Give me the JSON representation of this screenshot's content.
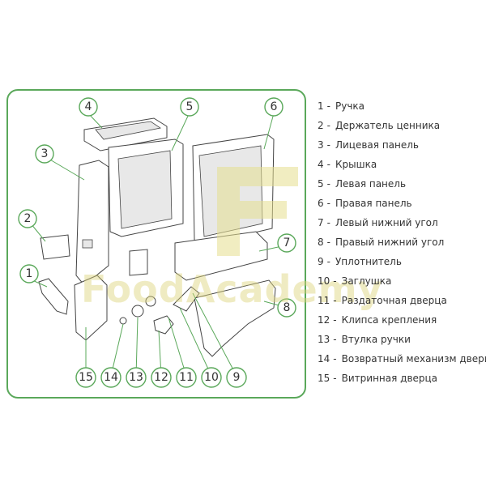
{
  "diagram": {
    "callouts": [
      "1",
      "2",
      "3",
      "4",
      "5",
      "6",
      "7",
      "8",
      "9",
      "10",
      "11",
      "12",
      "13",
      "14",
      "15"
    ],
    "legend": [
      {
        "num": "1",
        "label": "Ручка"
      },
      {
        "num": "2",
        "label": "Держатель ценника"
      },
      {
        "num": "3",
        "label": "Лицевая панель"
      },
      {
        "num": "4",
        "label": "Крышка"
      },
      {
        "num": "5",
        "label": "Левая панель"
      },
      {
        "num": "6",
        "label": "Правая панель"
      },
      {
        "num": "7",
        "label": "Левый нижний угол"
      },
      {
        "num": "8",
        "label": "Правый нижний угол"
      },
      {
        "num": "9",
        "label": "Уплотнитель"
      },
      {
        "num": "10",
        "label": "Заглушка"
      },
      {
        "num": "11",
        "label": "Раздаточная дверца"
      },
      {
        "num": "12",
        "label": "Клипса крепления"
      },
      {
        "num": "13",
        "label": "Втулка ручки"
      },
      {
        "num": "14",
        "label": "Возвратный механизм двери"
      },
      {
        "num": "15",
        "label": "Витринная дверца"
      }
    ],
    "separator": "-"
  },
  "watermark": {
    "text": "FoodAcademy"
  },
  "colors": {
    "accent": "#5aa85a",
    "logo": "#e6df90"
  }
}
